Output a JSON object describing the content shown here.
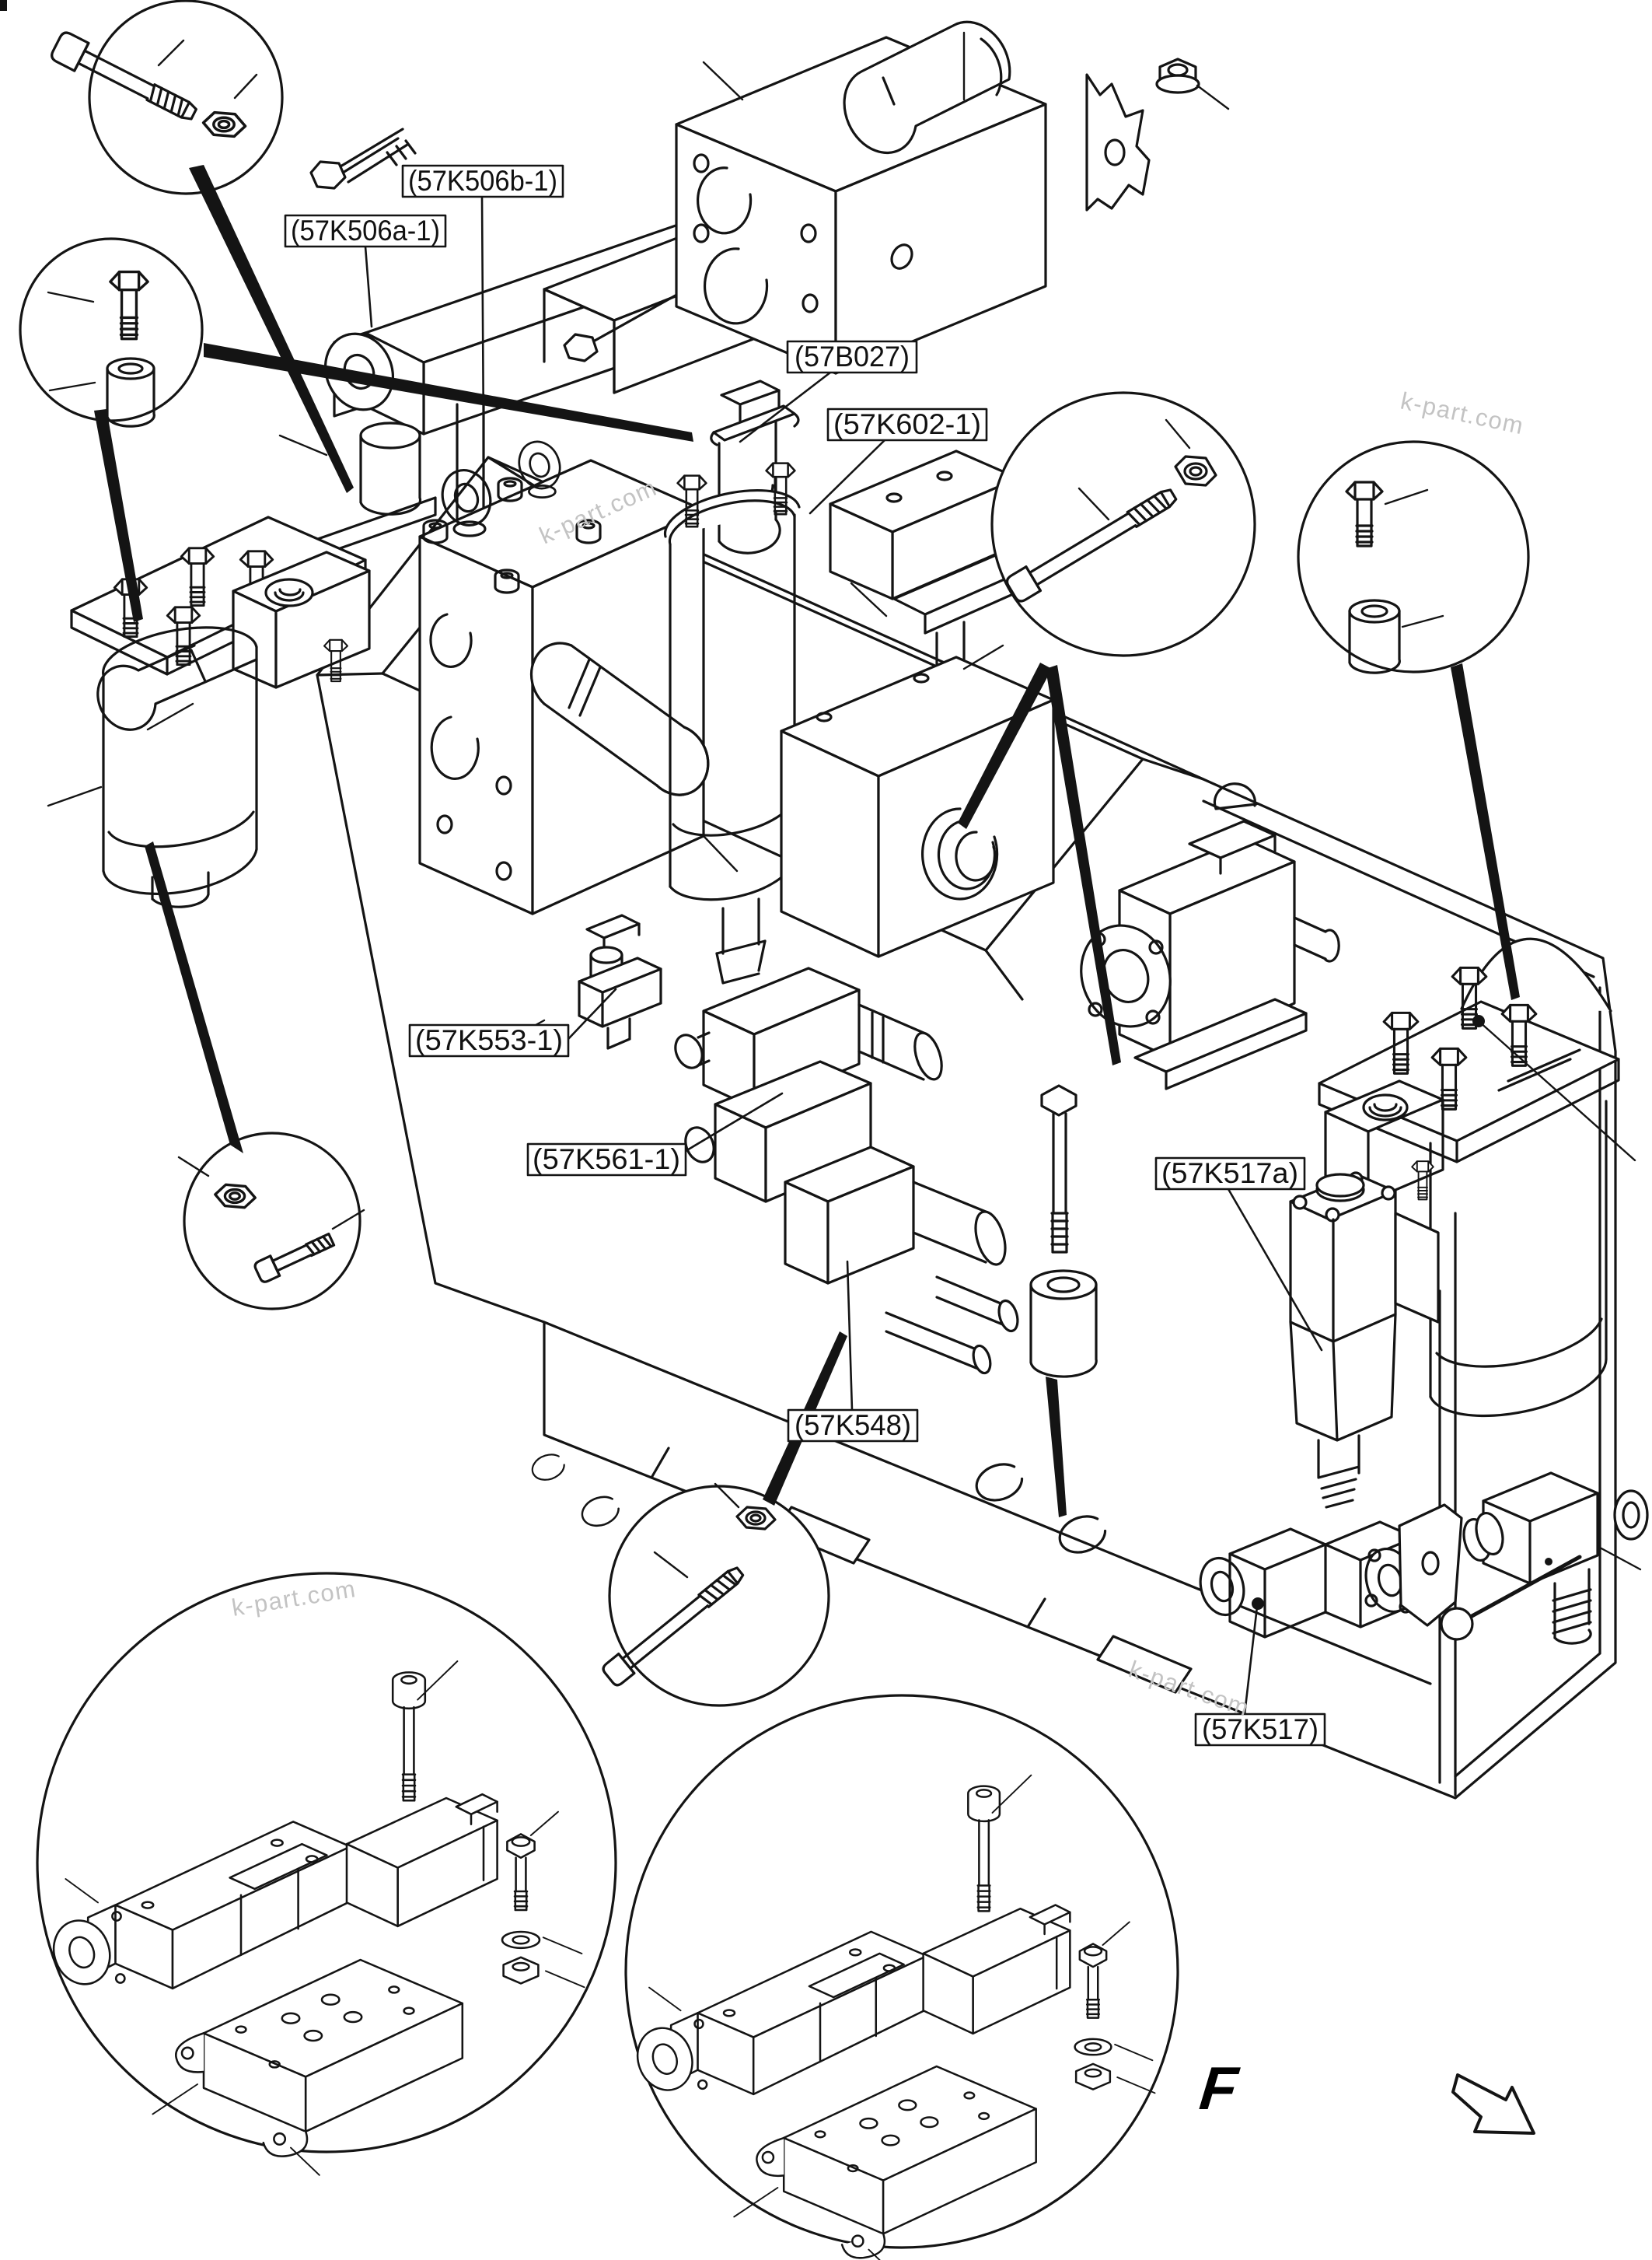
{
  "diagram": {
    "kind": "exploded-parts-diagram",
    "line_color": "#141414",
    "watermark_color": "#c3c3c3",
    "background": "#ffffff"
  },
  "labels": [
    {
      "id": "57K506b-1",
      "text": "(57K506b-1)"
    },
    {
      "id": "57K506a-1",
      "text": "(57K506a-1)"
    },
    {
      "id": "57B027",
      "text": "(57B027)"
    },
    {
      "id": "57K602-1",
      "text": "(57K602-1)"
    },
    {
      "id": "57K553-1",
      "text": "(57K553-1)"
    },
    {
      "id": "57K561-1",
      "text": "(57K561-1)"
    },
    {
      "id": "57K548",
      "text": "(57K548)"
    },
    {
      "id": "57K517a",
      "text": "(57K517a)"
    },
    {
      "id": "57K517",
      "text": "(57K517)"
    }
  ],
  "watermarks": [
    {
      "text": "k-part.com"
    },
    {
      "text": "k-part.com"
    },
    {
      "text": "k-part.com"
    },
    {
      "text": "k-part.com"
    }
  ],
  "direction_marker": {
    "label": "F"
  }
}
